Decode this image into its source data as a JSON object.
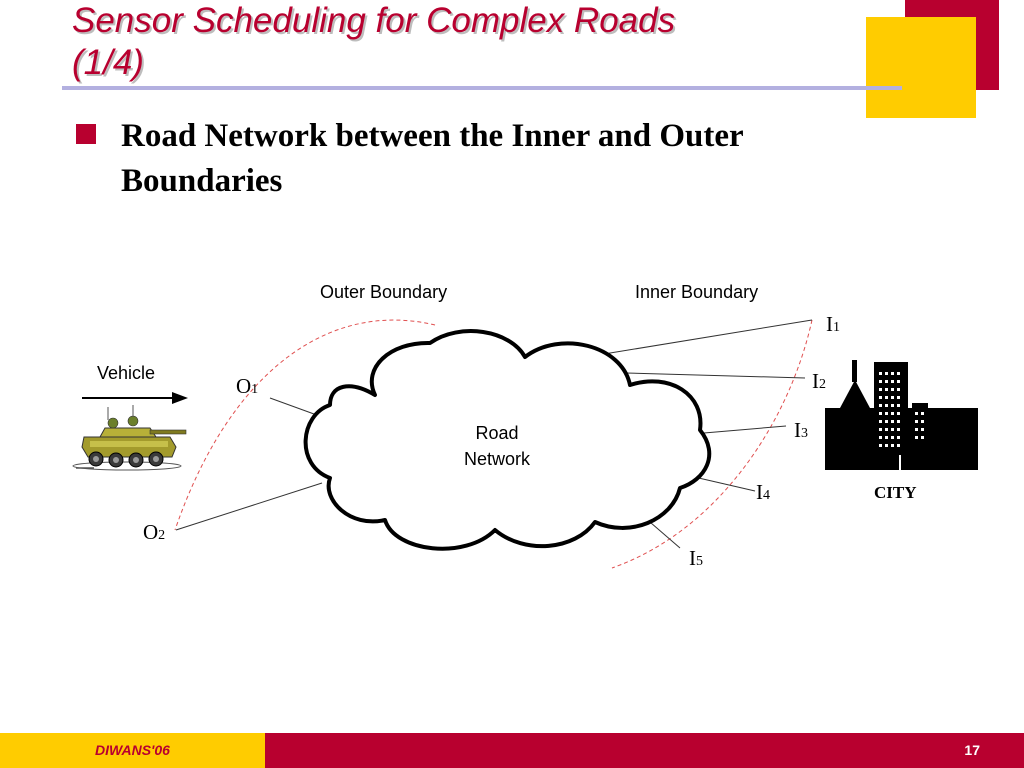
{
  "colors": {
    "accent_red": "#B8002F",
    "accent_yellow": "#FFCC00",
    "rule_lavender": "#B3B0E0",
    "title_red": "#B8002F"
  },
  "slide": {
    "title_line1": "Sensor Scheduling for Complex Roads",
    "title_line2": "(1/4)",
    "bullet_line1": "Road Network between the Inner and Outer",
    "bullet_line2": "Boundaries"
  },
  "diagram": {
    "outer_boundary_label": "Outer Boundary",
    "inner_boundary_label": "Inner Boundary",
    "cloud_label_line1": "Road",
    "cloud_label_line2": "Network",
    "vehicle_label": "Vehicle",
    "city_label": "CITY",
    "outer_points": [
      {
        "letter": "O",
        "index": "1"
      },
      {
        "letter": "O",
        "index": "2"
      }
    ],
    "inner_points": [
      {
        "letter": "I",
        "index": "1"
      },
      {
        "letter": "I",
        "index": "2"
      },
      {
        "letter": "I",
        "index": "3"
      },
      {
        "letter": "I",
        "index": "4"
      },
      {
        "letter": "I",
        "index": "5"
      }
    ],
    "icons": [
      "tank-icon",
      "city-skyline-icon",
      "arrow-right-icon"
    ]
  },
  "footer": {
    "left_text": "DIWANS'06",
    "page_number": "17"
  }
}
